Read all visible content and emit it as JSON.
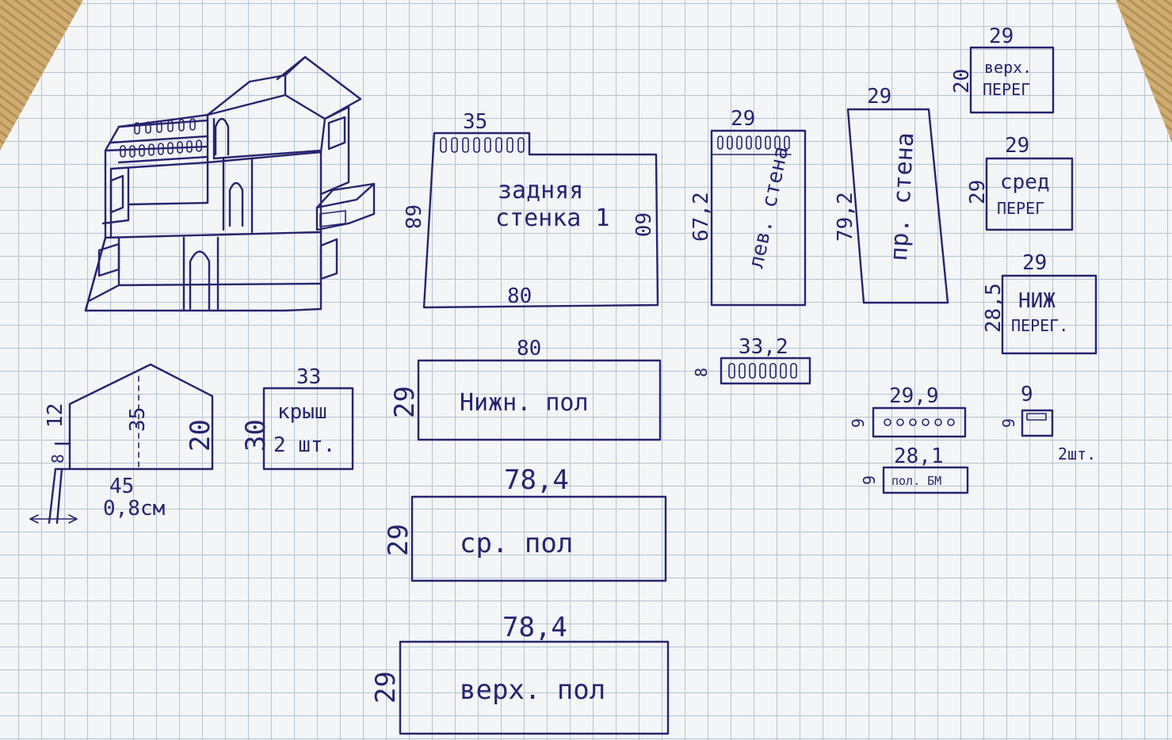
{
  "sketch": {
    "gable": {
      "base": "45",
      "height": "35",
      "left_side": "12",
      "right_side": "20",
      "notch": "8",
      "thickness": "0,8см"
    },
    "roof": {
      "width": "33",
      "height": "30",
      "label_1": "крыш",
      "label_2": "2 шт."
    }
  },
  "panels": {
    "back_wall": {
      "top_width": "35",
      "left_height": "68",
      "right_height": "60",
      "bottom_width": "80",
      "label_1": "задняя",
      "label_2": "стенка 1"
    },
    "left_wall": {
      "width": "29",
      "height": "67,2",
      "label": "лев. стена"
    },
    "right_wall": {
      "width": "29",
      "height": "79,2",
      "label": "пр. стена"
    },
    "top_partition": {
      "width": "29",
      "height": "20",
      "label_1": "верх.",
      "label_2": "ПЕРЕГ"
    },
    "mid_partition": {
      "width": "29",
      "height": "29",
      "label_1": "сред",
      "label_2": "ПЕРЕГ"
    },
    "low_partition": {
      "width": "29",
      "height": "28,5",
      "label_1": "НИЖ",
      "label_2": "ПЕРЕГ."
    },
    "rail_a": {
      "width": "33,2",
      "height": "8"
    },
    "rail_b": {
      "width": "29,9",
      "height": "9"
    },
    "balcony_floor": {
      "width": "28,1",
      "height": "9",
      "label": "пол. БМ"
    },
    "small_piece": {
      "width": "9",
      "height": "9",
      "count": "2шт."
    },
    "bottom_floor": {
      "width": "80",
      "height": "29",
      "label": "Нижн. пол"
    },
    "middle_floor": {
      "width": "78,4",
      "height": "29",
      "label": "ср. пол"
    },
    "upper_floor": {
      "width": "78,4",
      "height": "29",
      "label": "верх. пол"
    }
  }
}
